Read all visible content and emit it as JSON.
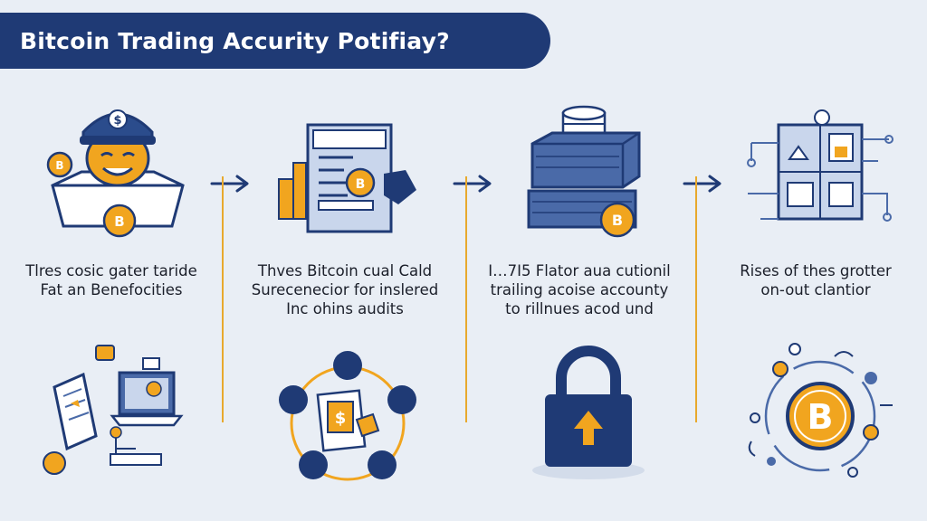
{
  "header": {
    "title": "Bitcoin Trading Accurity Potifiay?"
  },
  "steps": [
    {
      "line1": "Tlres cosic gater taride",
      "line2": "Fat an Benefocities",
      "line3": ""
    },
    {
      "line1": "Thves Bitcoin cual Cald",
      "line2": "Surecenecior for inslered",
      "line3": "Inc ohins audits"
    },
    {
      "line1": "I…7I5 Flator aua cutionil",
      "line2": "trailing acoise accounty",
      "line3": "to rillnues acod und"
    },
    {
      "line1": "Rises of thes grotter",
      "line2": "on-out clantior",
      "line3": ""
    }
  ],
  "icons": {
    "coin_symbol": "B",
    "hat_symbol": "$",
    "card_symbol": "$"
  },
  "colors": {
    "navy": "#1f3a75",
    "blue": "#4a6aa8",
    "light_blue": "#c9d6ec",
    "orange": "#f1a51f",
    "line": "#e8a92d",
    "background": "#e9eef5"
  }
}
